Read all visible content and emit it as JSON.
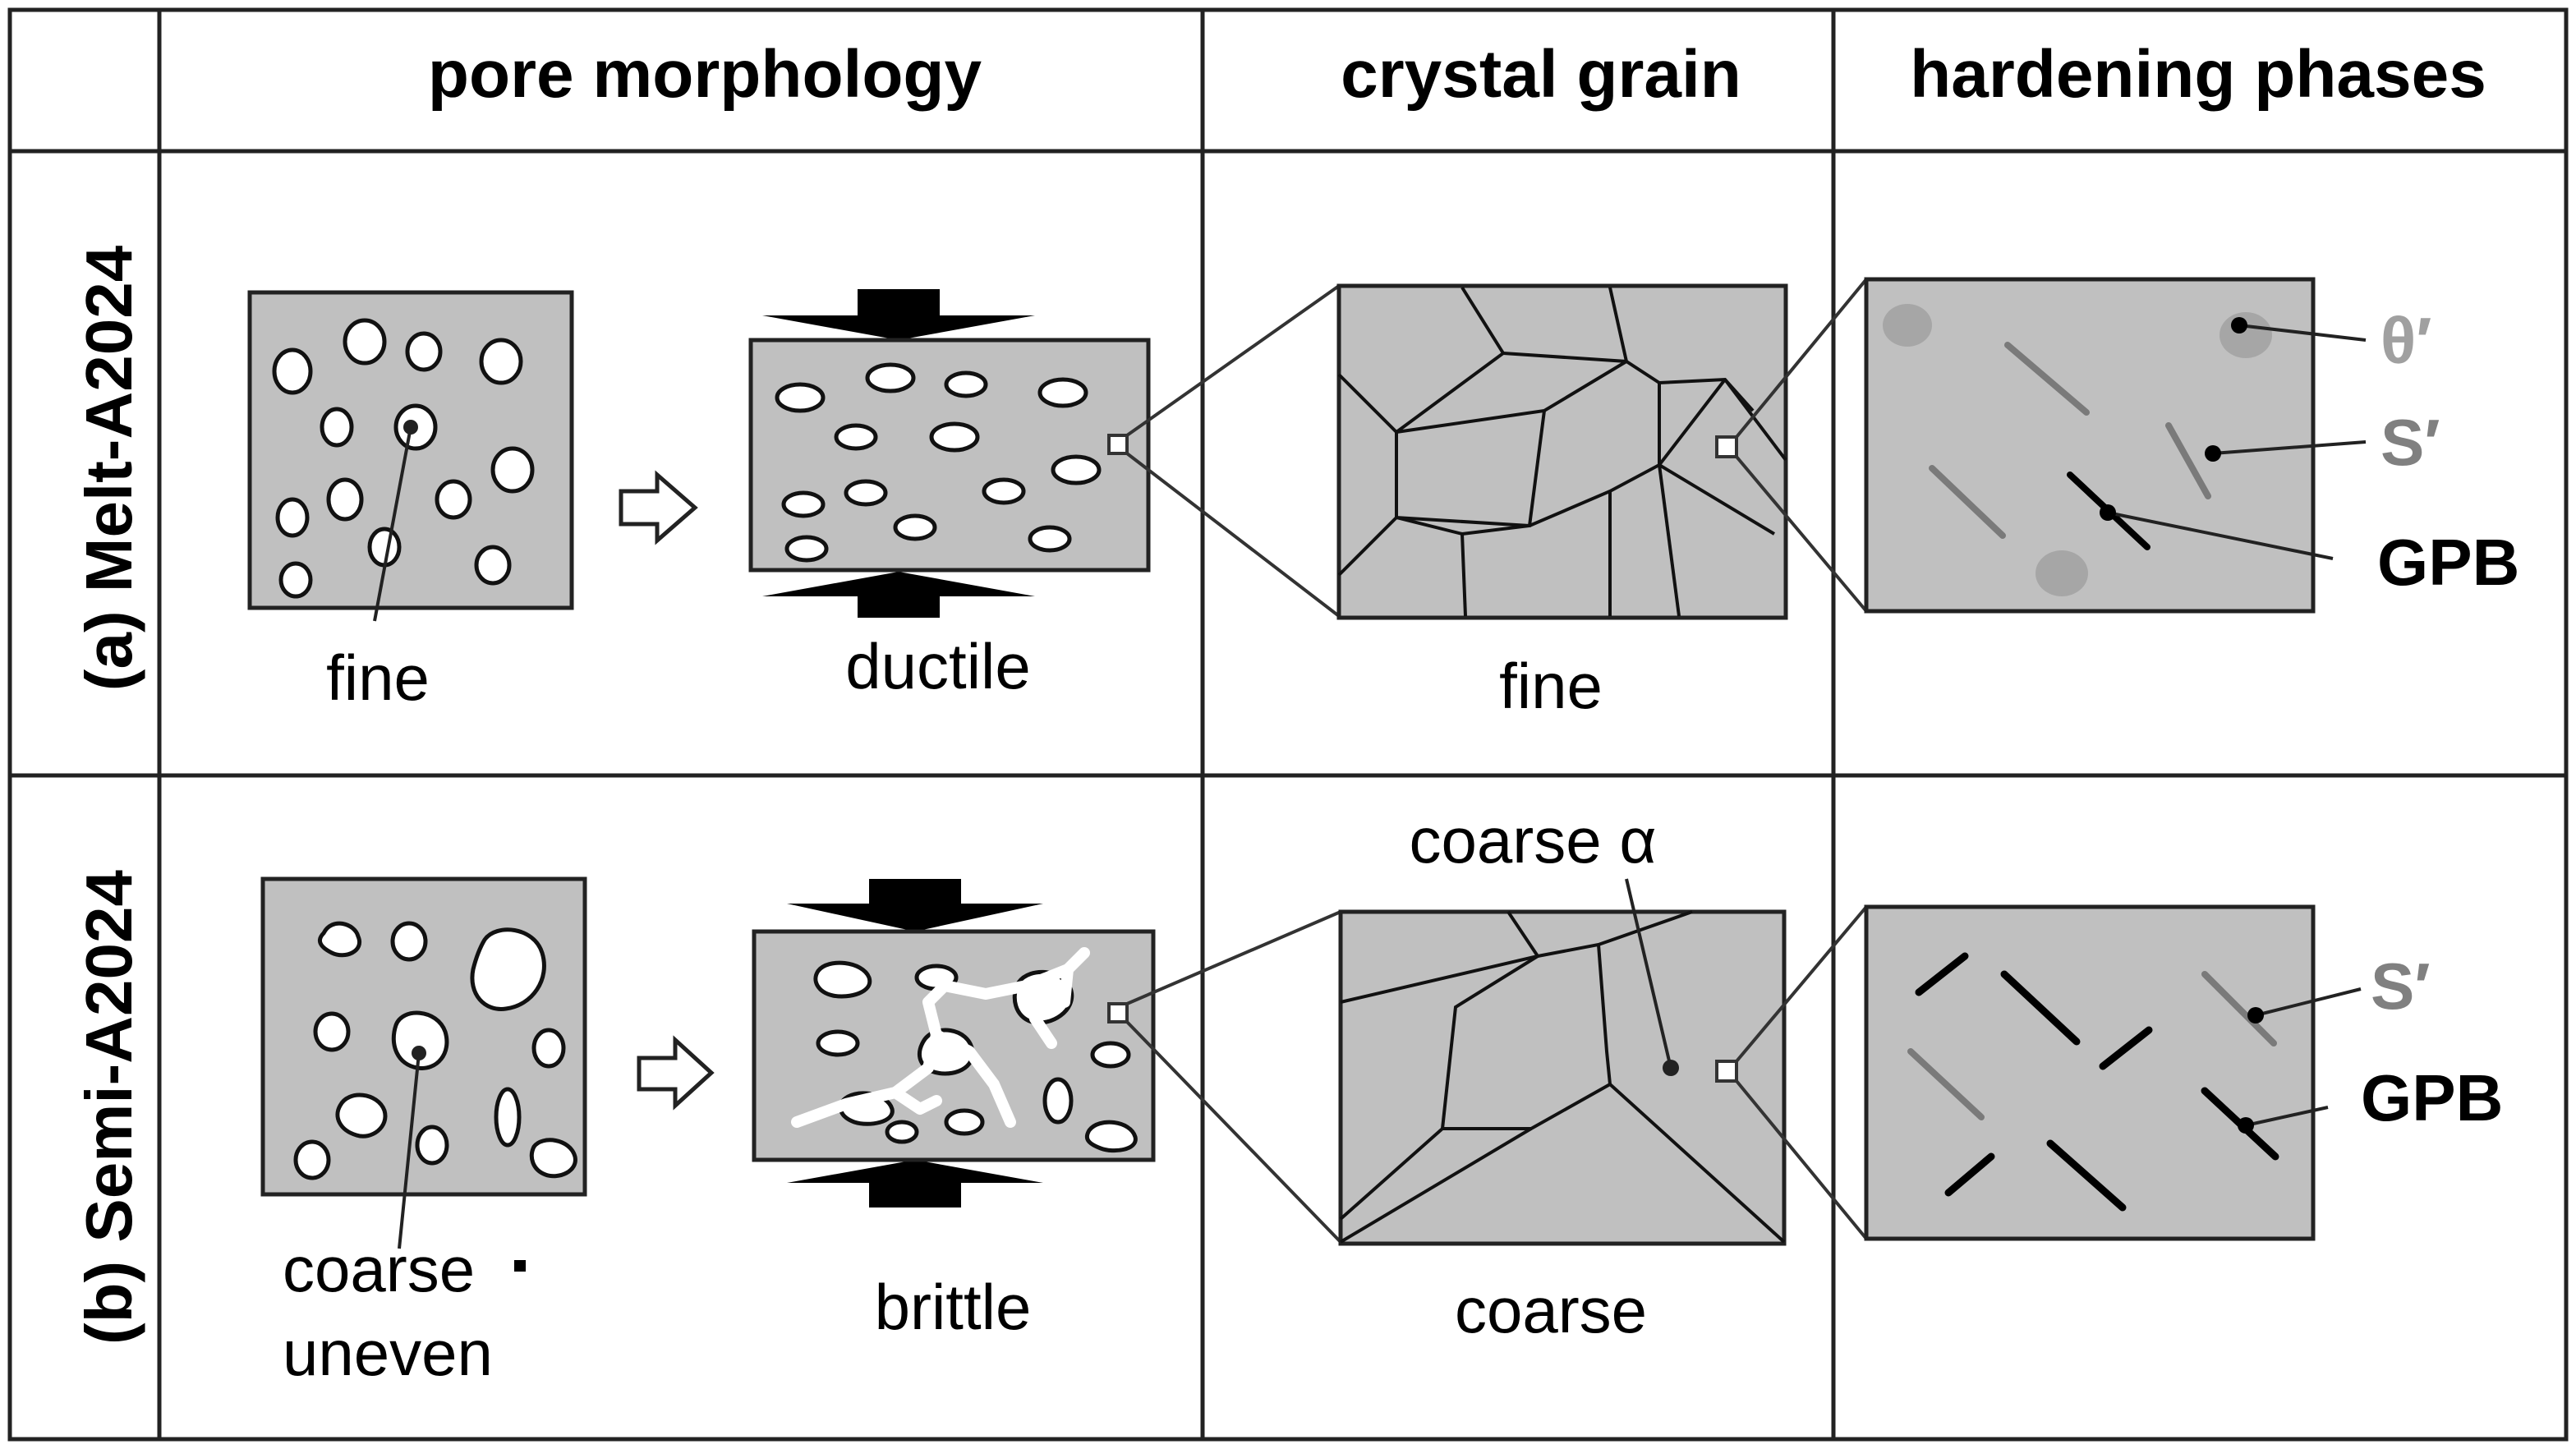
{
  "headers": {
    "corner": "",
    "col1": "pore morphology",
    "col2": "crystal grain",
    "col3": "hardening phases"
  },
  "rows": {
    "a": {
      "label": "(a) Melt-A2024",
      "pore_caption": "fine",
      "mechanical_caption": "ductile",
      "grain_caption": "fine",
      "phases": {
        "theta": "θ′",
        "s": "S′",
        "gpb": "GPB"
      }
    },
    "b": {
      "label": "(b) Semi-A2024",
      "pore_caption_line1": "coarse",
      "pore_caption_dot": "·",
      "pore_caption_line2": "uneven",
      "mechanical_caption": "brittle",
      "grain_annotation": "coarse α",
      "grain_caption": "coarse",
      "phases": {
        "s": "S′",
        "gpb": "GPB"
      }
    }
  },
  "colors": {
    "matrix_fill": "#c0c0c0",
    "line": "#1a1a1a",
    "theta_phase": "#9a9a9a",
    "s_phase": "#7a7a7a",
    "gpb_phase": "#000000",
    "crack": "#ffffff"
  },
  "icons": {
    "transition_arrow": "hollow-right-arrow",
    "compression": "compression-arrows"
  }
}
